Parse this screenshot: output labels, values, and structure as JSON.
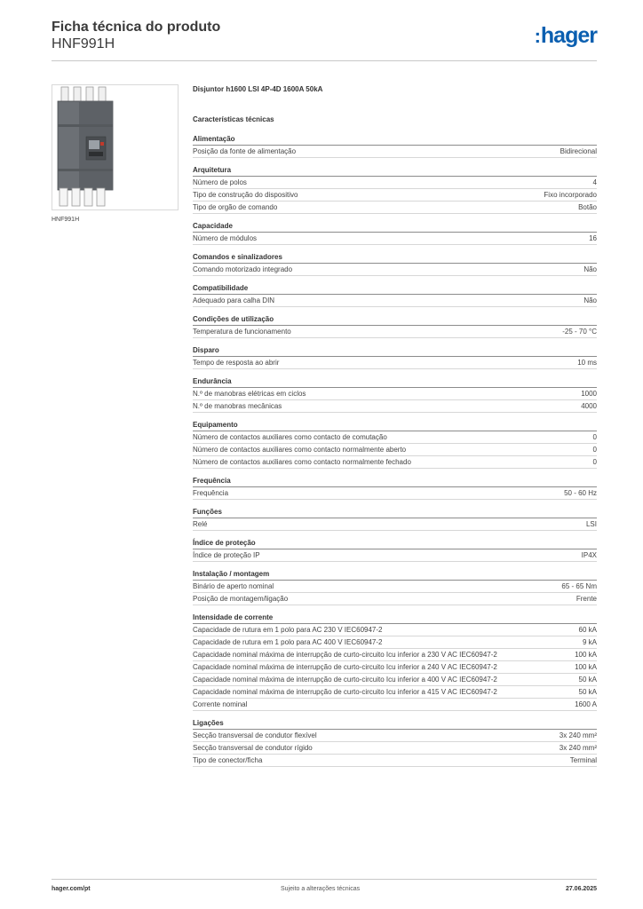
{
  "header": {
    "title": "Ficha técnica do produto",
    "subtitle": "HNF991H",
    "logo_text": "hager",
    "logo_color": "#0b5fb0"
  },
  "product": {
    "image_icon": "circuit-breaker-image",
    "image_caption": "HNF991H",
    "name": "Disjuntor h1600 LSI 4P-4D 1600A 50kA"
  },
  "section_title": "Características técnicas",
  "groups": [
    {
      "title": "Alimentação",
      "rows": [
        {
          "label": "Posição da fonte de alimentação",
          "value": "Bidirecional"
        }
      ]
    },
    {
      "title": "Arquitetura",
      "rows": [
        {
          "label": "Número de polos",
          "value": "4"
        },
        {
          "label": "Tipo de construção do dispositivo",
          "value": "Fixo incorporado"
        },
        {
          "label": "Tipo de orgão de comando",
          "value": "Botão"
        }
      ]
    },
    {
      "title": "Capacidade",
      "rows": [
        {
          "label": "Número de módulos",
          "value": "16"
        }
      ]
    },
    {
      "title": "Comandos e sinalizadores",
      "rows": [
        {
          "label": "Comando motorizado integrado",
          "value": "Não"
        }
      ]
    },
    {
      "title": "Compatibilidade",
      "rows": [
        {
          "label": "Adequado para calha DIN",
          "value": "Não"
        }
      ]
    },
    {
      "title": "Condições de utilização",
      "rows": [
        {
          "label": "Temperatura de funcionamento",
          "value": "-25 - 70 °C"
        }
      ]
    },
    {
      "title": "Disparo",
      "rows": [
        {
          "label": "Tempo de resposta ao abrir",
          "value": "10 ms"
        }
      ]
    },
    {
      "title": "Endurância",
      "rows": [
        {
          "label": "N.º de manobras elétricas em ciclos",
          "value": "1000"
        },
        {
          "label": "N.º de manobras mecânicas",
          "value": "4000"
        }
      ]
    },
    {
      "title": "Equipamento",
      "rows": [
        {
          "label": "Número de contactos auxiliares como contacto de comutação",
          "value": "0"
        },
        {
          "label": "Número de contactos auxiliares como contacto normalmente aberto",
          "value": "0"
        },
        {
          "label": "Número de contactos auxiliares como contacto normalmente fechado",
          "value": "0"
        }
      ]
    },
    {
      "title": "Frequência",
      "rows": [
        {
          "label": "Frequência",
          "value": "50 - 60 Hz"
        }
      ]
    },
    {
      "title": "Funções",
      "rows": [
        {
          "label": "Relé",
          "value": "LSI"
        }
      ]
    },
    {
      "title": "Índice de proteção",
      "rows": [
        {
          "label": "Índice de proteção IP",
          "value": "IP4X"
        }
      ]
    },
    {
      "title": "Instalação / montagem",
      "rows": [
        {
          "label": "Binário de aperto nominal",
          "value": "65 - 65 Nm"
        },
        {
          "label": "Posição de montagem/ligação",
          "value": "Frente"
        }
      ]
    },
    {
      "title": "Intensidade de corrente",
      "rows": [
        {
          "label": "Capacidade de rutura em 1 polo para AC 230 V IEC60947-2",
          "value": "60 kA"
        },
        {
          "label": "Capacidade de rutura em 1 polo para AC 400 V IEC60947-2",
          "value": "9 kA"
        },
        {
          "label": "Capacidade nominal máxima de interrupção de curto-circuito Icu inferior a 230 V AC IEC60947-2",
          "value": "100 kA"
        },
        {
          "label": "Capacidade nominal máxima de interrupção de curto-circuito Icu inferior a 240 V AC IEC60947-2",
          "value": "100 kA"
        },
        {
          "label": "Capacidade nominal máxima de interrupção de curto-circuito Icu inferior a 400 V AC IEC60947-2",
          "value": "50 kA"
        },
        {
          "label": "Capacidade nominal máxima de interrupção de curto-circuito Icu inferior a 415 V AC IEC60947-2",
          "value": "50 kA"
        },
        {
          "label": "Corrente nominal",
          "value": "1600 A"
        }
      ]
    },
    {
      "title": "Ligações",
      "rows": [
        {
          "label": "Secção transversal de condutor flexível",
          "value": "3x 240 mm²"
        },
        {
          "label": "Secção transversal de condutor rígido",
          "value": "3x 240 mm²"
        },
        {
          "label": "Tipo de conector/ficha",
          "value": "Terminal"
        }
      ]
    }
  ],
  "footer": {
    "website": "hager.com/pt",
    "disclaimer": "Sujeito a alterações técnicas",
    "date": "27.06.2025"
  }
}
